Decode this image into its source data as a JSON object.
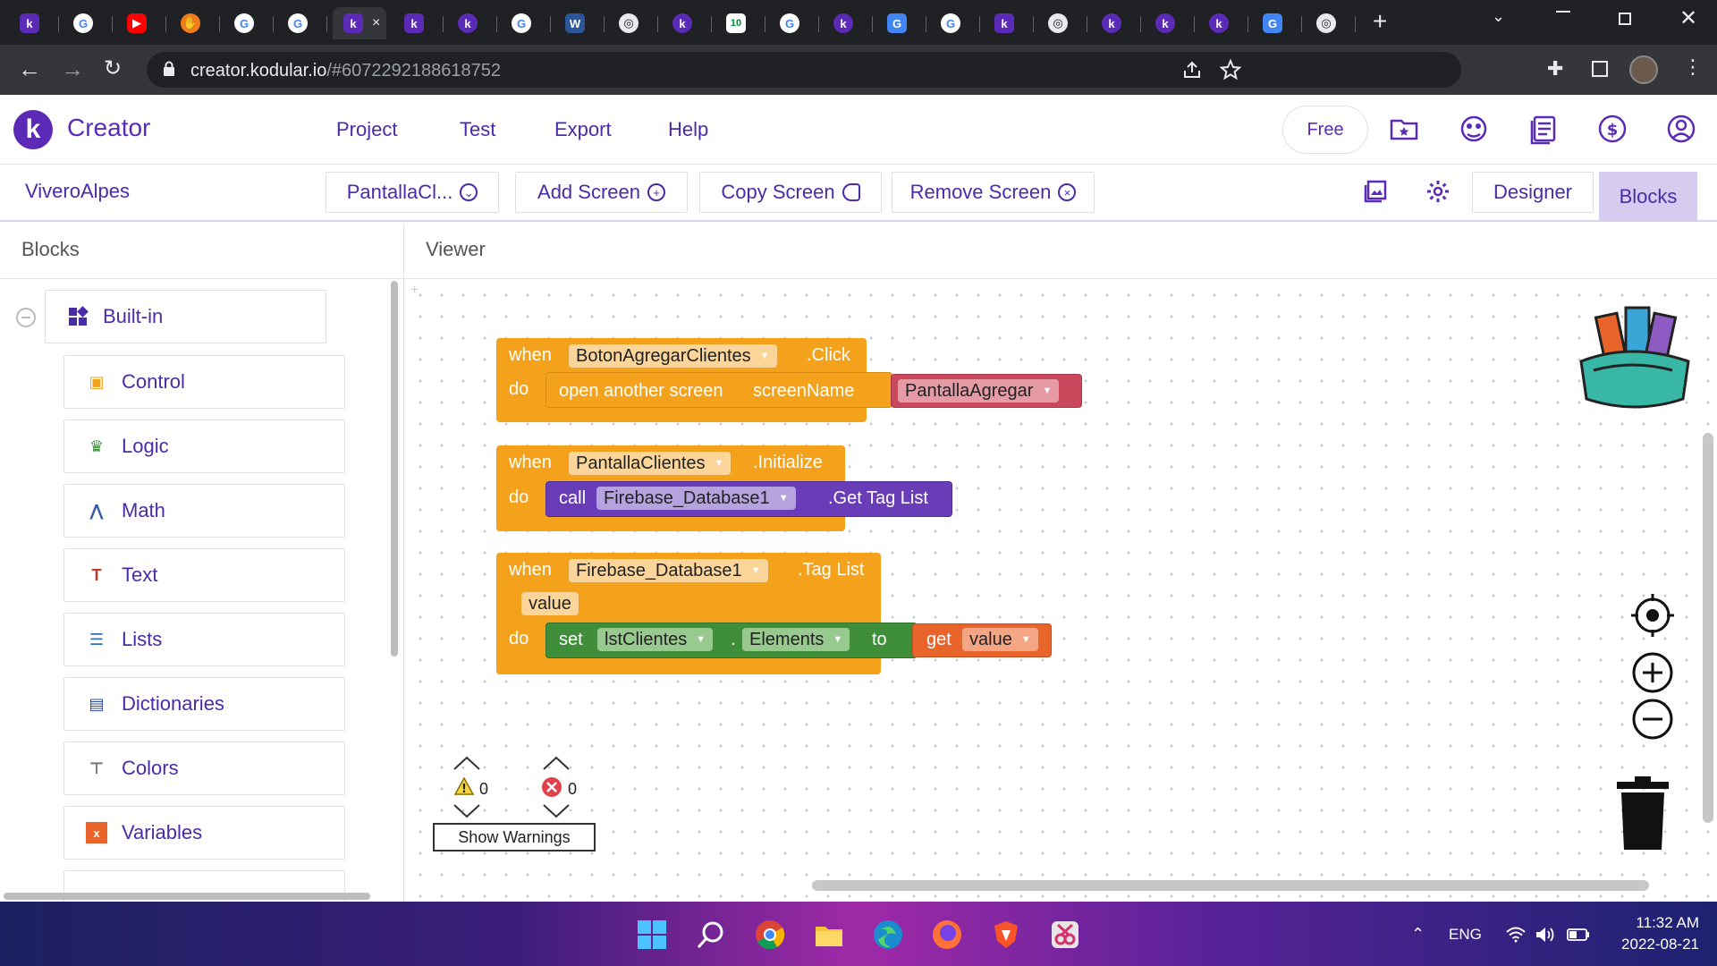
{
  "browser": {
    "url_host": "creator.kodular.io",
    "url_path": "/#6072292188618752",
    "close_tab_symbol": "×",
    "new_tab_symbol": "+"
  },
  "app": {
    "brand": "Creator",
    "logo_letter": "k",
    "menu": [
      "Project",
      "Test",
      "Export",
      "Help"
    ],
    "plan_button": "Free"
  },
  "toolbar": {
    "project_name": "ViveroAlpes",
    "screen_select": "PantallaCl...",
    "add_screen": "Add Screen",
    "copy_screen": "Copy Screen",
    "remove_screen": "Remove Screen",
    "designer": "Designer",
    "blocks": "Blocks"
  },
  "sidebar": {
    "title": "Blocks",
    "root": "Built-in",
    "items": [
      {
        "label": "Control",
        "icon": "control-icon",
        "color": "#f4a21b"
      },
      {
        "label": "Logic",
        "icon": "logic-icon",
        "color": "#3f8f3a"
      },
      {
        "label": "Math",
        "icon": "math-icon",
        "color": "#3457a6"
      },
      {
        "label": "Text",
        "icon": "text-icon",
        "color": "#c0392b"
      },
      {
        "label": "Lists",
        "icon": "lists-icon",
        "color": "#2e6fb8"
      },
      {
        "label": "Dictionaries",
        "icon": "dictionaries-icon",
        "color": "#2d4aa0"
      },
      {
        "label": "Colors",
        "icon": "colors-icon",
        "color": "#777777"
      },
      {
        "label": "Variables",
        "icon": "variables-icon",
        "color": "#e8642a"
      }
    ]
  },
  "viewer": {
    "title": "Viewer",
    "blocks": [
      {
        "when": "when",
        "component": "BotonAgregarClientes",
        "event": ".Click",
        "do": "do",
        "action": "open another screen",
        "param": "screenName",
        "value": "PantallaAgregar"
      },
      {
        "when": "when",
        "component": "PantallaClientes",
        "event": ".Initialize",
        "do": "do",
        "call": "call",
        "target": "Firebase_Database1",
        "method": ".Get Tag List"
      },
      {
        "when": "when",
        "component": "Firebase_Database1",
        "event": ".Tag List",
        "arg": "value",
        "do": "do",
        "set": "set",
        "target": "lstClientes",
        "dot": ".",
        "property": "Elements",
        "to": "to",
        "get": "get",
        "get_value": "value"
      }
    ],
    "warnings_count": "0",
    "errors_count": "0",
    "show_warnings": "Show Warnings"
  },
  "taskbar": {
    "language": "ENG",
    "time": "11:32 AM",
    "date": "2022-08-21"
  },
  "colors": {
    "accent": "#5b2bb7",
    "event_block": "#f4a21b",
    "control_block": "#f4a21b",
    "component_call": "#6a3db8",
    "setter": "#3f8f3a",
    "text_value": "#c9485b",
    "variable_get": "#e8642a"
  }
}
